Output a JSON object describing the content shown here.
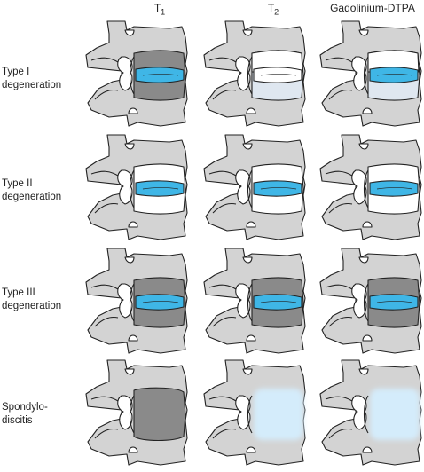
{
  "columns": [
    {
      "id": "t1",
      "label": "T",
      "sub": "1"
    },
    {
      "id": "t2",
      "label": "T",
      "sub": "2"
    },
    {
      "id": "gd",
      "label": "Gadolinium-DTPA",
      "sub": ""
    }
  ],
  "rows": [
    {
      "id": "type1",
      "line1": "Type I",
      "line2": "degeneration"
    },
    {
      "id": "type2",
      "line1": "Type II",
      "line2": "degeneration"
    },
    {
      "id": "type3",
      "line1": "Type III",
      "line2": "degeneration"
    },
    {
      "id": "spondylodiscitis",
      "line1": "Spondylo-",
      "line2": "discitis"
    }
  ],
  "colors": {
    "bone": "#d3d3d3",
    "endplate_dark": "#8a8a8a",
    "disc_blue": "#3fb6e6",
    "bright_light": "#dfe7f0",
    "white": "#ffffff",
    "edema_light_blue": "#d4ecfb",
    "outline": "#222222"
  },
  "cells": [
    [
      {
        "endplate": "dark",
        "disc": "blue"
      },
      {
        "endplate": "light",
        "disc": "white"
      },
      {
        "endplate": "light",
        "disc": "blue"
      }
    ],
    [
      {
        "endplate": "white",
        "disc": "blue"
      },
      {
        "endplate": "white",
        "disc": "blue"
      },
      {
        "endplate": "white",
        "disc": "blue"
      }
    ],
    [
      {
        "endplate": "dark",
        "disc": "blue"
      },
      {
        "endplate": "dark",
        "disc": "blue"
      },
      {
        "endplate": "dark",
        "disc": "blue"
      }
    ],
    [
      {
        "endplate": "dark_big",
        "disc": "none"
      },
      {
        "endplate": "edema",
        "disc": "none"
      },
      {
        "endplate": "edema",
        "disc": "none"
      }
    ]
  ]
}
